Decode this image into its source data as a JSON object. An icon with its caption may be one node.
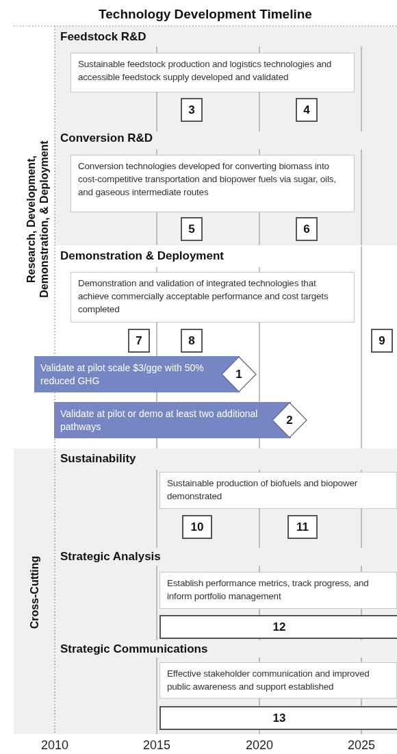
{
  "diagram": {
    "title": "Technology Development Timeline",
    "nodes": [
      {
        "text": [
          "Sustainable feedstock production and logistics technologies and accessible feedstock supply developed and validated"
        ]
      },
      {
        "text": [
          "3"
        ]
      },
      {
        "text": [
          "4"
        ]
      },
      {
        "text": [
          "Conversion technologies developed for converting biomass into cost-competitive transportation and biopower fuels via sugar, oils, and gaseous intermediate routes"
        ]
      },
      {
        "text": [
          "5"
        ]
      },
      {
        "text": [
          "6"
        ]
      },
      {
        "text": [
          "Demonstration and validation of integrated technologies that achieve commercially acceptable performance and cost targets completed"
        ]
      },
      {
        "text": [
          "7"
        ]
      },
      {
        "text": [
          "8"
        ]
      },
      {
        "text": [
          "9"
        ]
      },
      {
        "text": [
          "Validate at pilot scale $3/gge with 50% reduced GHG"
        ]
      },
      {
        "text": [
          "1"
        ]
      },
      {
        "text": [
          "Validate at pilot or demo at least two additional pathways"
        ]
      },
      {
        "text": [
          "2"
        ]
      },
      {
        "text": [
          "Sustainable production of biofuels and biopower demonstrated"
        ]
      },
      {
        "text": [
          "10"
        ]
      },
      {
        "text": [
          "11"
        ]
      },
      {
        "text": [
          "Establish performance metrics, track progress, and inform portfolio management"
        ]
      },
      {
        "text": [
          "12"
        ]
      },
      {
        "text": [
          "Effective stakeholder communication and improved public awareness and support established"
        ]
      },
      {
        "text": [
          "13"
        ]
      }
    ],
    "labels": [
      "Feedstock R&D",
      "Research, Development, Demonstration, & Deployment",
      "Conversion R&D",
      "Demonstration & Deployment",
      "Sustainability",
      "Cross-Cutting",
      "Strategic Analysis",
      "Strategic Communications",
      "2010",
      "2015",
      "2020",
      "2025"
    ]
  }
}
